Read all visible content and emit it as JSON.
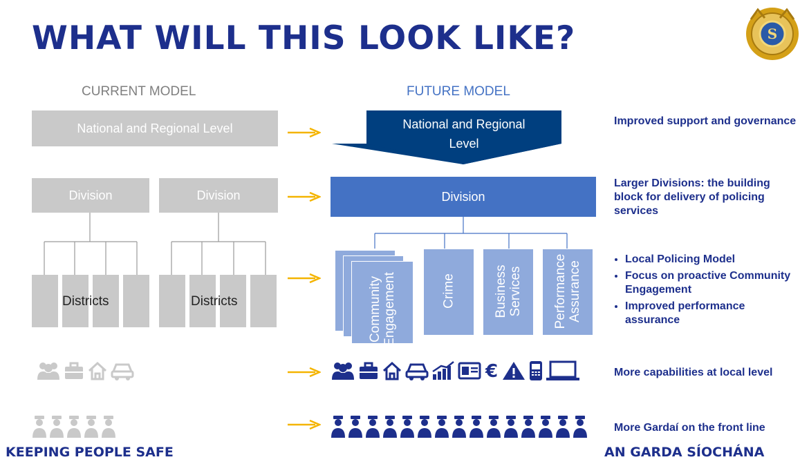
{
  "title": "WHAT WILL THIS LOOK LIKE?",
  "current_header": "CURRENT MODEL",
  "future_header": "FUTURE MODEL",
  "current": {
    "national": "National and Regional Level",
    "division_left": "Division",
    "division_right": "Division",
    "districts_left": "Districts",
    "districts_right": "Districts"
  },
  "future": {
    "national_line1": "National and Regional",
    "national_line2": "Level",
    "division": "Division",
    "units": {
      "community_1": "Community",
      "community_2": "Engagement",
      "crime": "Crime",
      "business_1": "Business",
      "business_2": "Services",
      "performance_1": "Performance",
      "performance_2": "Assurance"
    }
  },
  "right": {
    "row1": "Improved support and governance",
    "row2": "Larger Divisions: the building block for delivery of policing services",
    "bullets": [
      "Local Policing Model",
      "Focus on proactive Community Engagement",
      "Improved performance assurance"
    ],
    "row4": "More capabilities at local level",
    "row5": "More Gardaí on the front line"
  },
  "footer_left": "KEEPING PEOPLE SAFE",
  "footer_right": "AN GARDA SÍOCHÁNA",
  "colors": {
    "navy": "#1d2f8c",
    "dark_blue": "#003f7f",
    "mid_blue": "#4472c4",
    "light_blue": "#8faadc",
    "gray": "#c9c9c9",
    "arrow": "#f4b400",
    "gold": "#d4a017"
  },
  "icons": {
    "current_capabilities": [
      "people-icon",
      "briefcase-icon",
      "house-icon",
      "car-icon"
    ],
    "future_capabilities": [
      "people-icon",
      "briefcase-icon",
      "house-icon",
      "car-icon",
      "trend-chart-icon",
      "id-card-icon",
      "euro-icon",
      "warning-icon",
      "mobile-icon",
      "laptop-icon"
    ]
  },
  "officers": {
    "current_count": 5,
    "future_count": 15
  }
}
